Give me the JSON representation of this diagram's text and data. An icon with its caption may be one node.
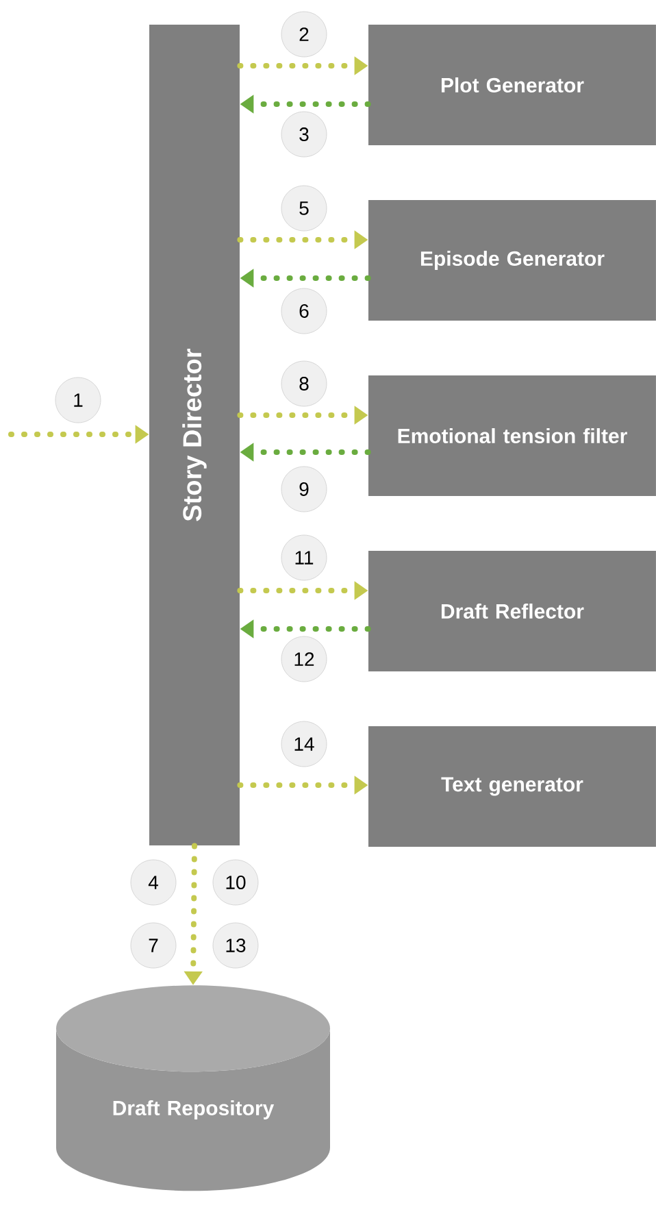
{
  "diagram": {
    "nodes": [
      {
        "text": [
          "Story Director"
        ]
      },
      {
        "text": [
          "Plot Generator"
        ]
      },
      {
        "text": [
          "Episode Generator"
        ]
      },
      {
        "text": [
          "Emotional tension filter"
        ]
      },
      {
        "text": [
          "Draft Reflector"
        ]
      },
      {
        "text": [
          "Text generator"
        ]
      },
      {
        "text": [
          "Draft Repository"
        ]
      }
    ],
    "edges": [
      {
        "from": null,
        "to": 0,
        "arrow": "to",
        "label": "1"
      },
      {
        "from": 0,
        "to": 1,
        "arrow": "to",
        "label": "2"
      },
      {
        "from": 1,
        "to": 0,
        "arrow": "to",
        "label": "3",
        "color": "#6aac3f"
      },
      {
        "from": 0,
        "to": 2,
        "arrow": "to",
        "label": "5"
      },
      {
        "from": 2,
        "to": 0,
        "arrow": "to",
        "label": "6",
        "color": "#6aac3f"
      },
      {
        "from": 0,
        "to": 3,
        "arrow": "to",
        "label": "8"
      },
      {
        "from": 3,
        "to": 0,
        "arrow": "to",
        "label": "9",
        "color": "#6aac3f"
      },
      {
        "from": 0,
        "to": 4,
        "arrow": "to",
        "label": "11"
      },
      {
        "from": 4,
        "to": 0,
        "arrow": "to",
        "label": "12",
        "color": "#6aac3f"
      },
      {
        "from": 0,
        "to": 5,
        "arrow": "to",
        "label": "14"
      },
      {
        "from": 0,
        "to": 6,
        "arrow": "to"
      }
    ],
    "labels": [
      "4",
      "10",
      "7",
      "13"
    ]
  }
}
